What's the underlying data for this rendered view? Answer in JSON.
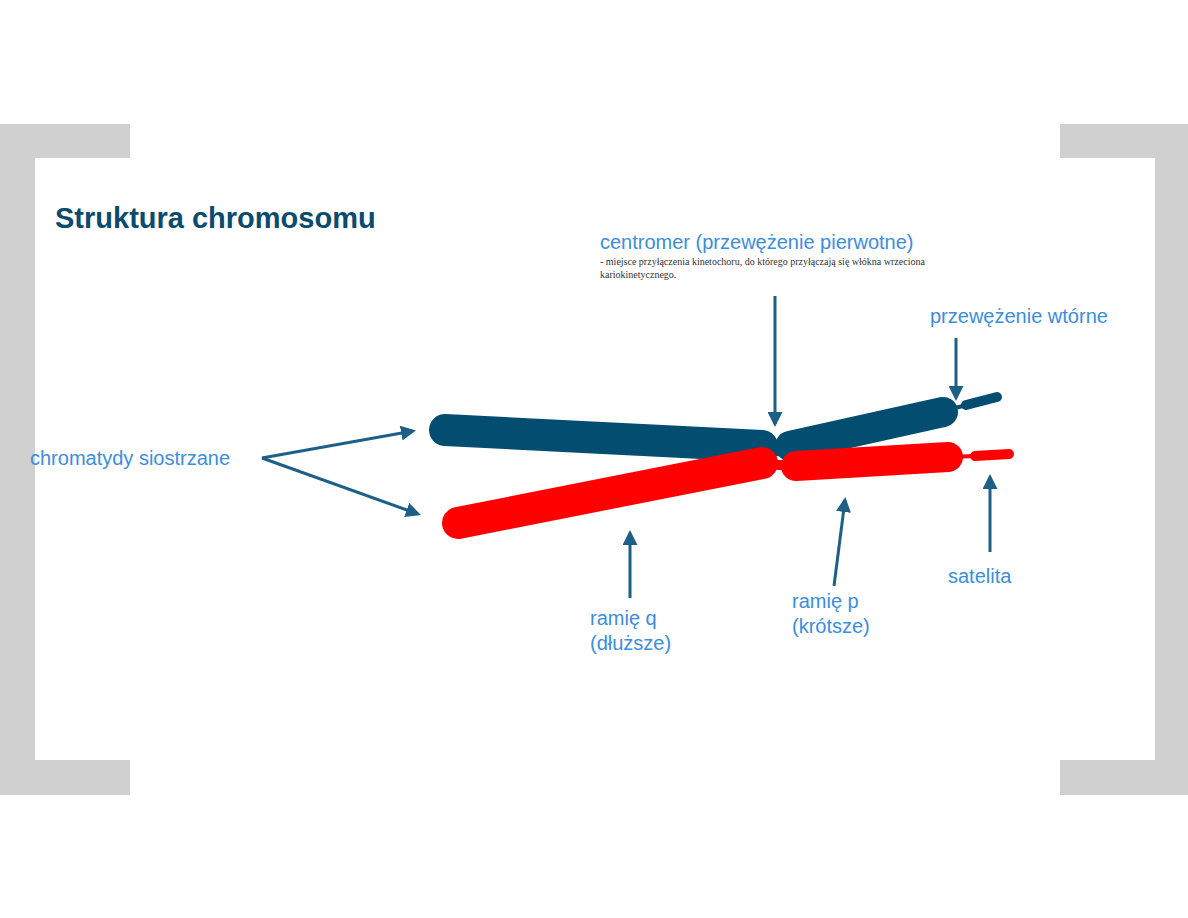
{
  "diagram": {
    "title": "Struktura chromosomu",
    "labels": [
      "centromer (przewężenie pierwotne)",
      "- miejsce przyłączenia kinetochoru, do którego przyłączają się włókna wrzeciona kariokinetycznego.",
      "przewężenie wtórne",
      "chromatydy siostrzane",
      "ramię q (dłuższe)",
      "ramię p (krótsze)",
      "satelita"
    ]
  }
}
